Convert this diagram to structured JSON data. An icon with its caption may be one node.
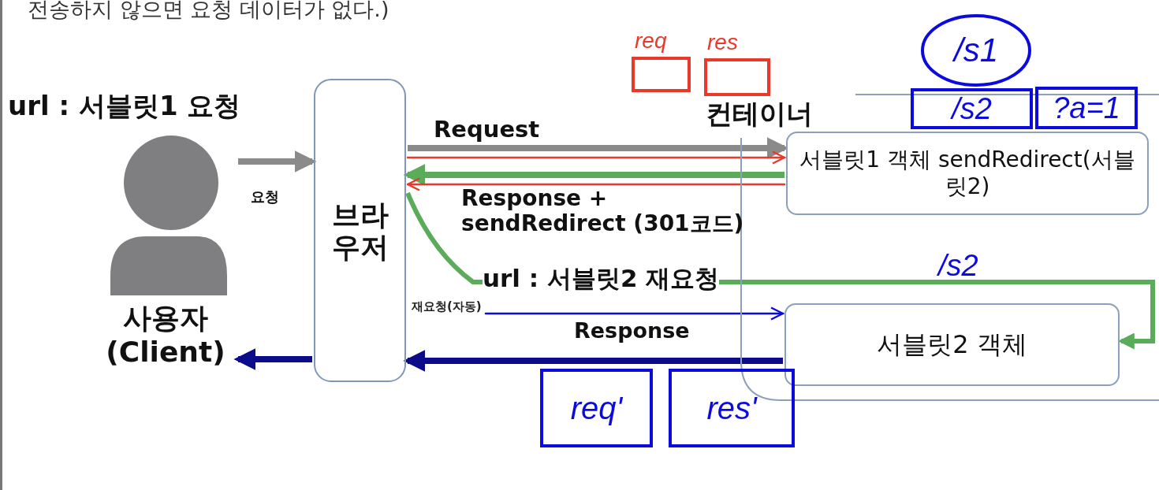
{
  "diagram": {
    "nodes": [
      {
        "text": [
          "사용자 (Client)"
        ]
      },
      {
        "text": [
          "브라우저"
        ]
      },
      {
        "text": [
          "컨테이너"
        ]
      },
      {
        "text": [
          "서블릿1 객체 sendRedirect(서블릿2)"
        ],
        "in": 2
      },
      {
        "text": [
          "서블릿2 객체"
        ],
        "in": 2
      },
      {
        "text": [
          "req"
        ]
      },
      {
        "text": [
          "res"
        ]
      },
      {
        "text": [
          "/s1"
        ]
      },
      {
        "text": [
          "/s2"
        ]
      },
      {
        "text": [
          "?a=1"
        ]
      },
      {
        "text": [
          "req'"
        ]
      },
      {
        "text": [
          "res'"
        ]
      },
      {
        "text": [
          "재요청(자동)"
        ]
      }
    ],
    "edges": [
      {
        "from": 0,
        "to": 1,
        "arrow": "to",
        "label": "요청"
      },
      {
        "from": 1,
        "to": 3,
        "arrow": "to",
        "label": "Request"
      },
      {
        "from": 3,
        "to": 1,
        "arrow": "to",
        "label": "Response + sendRedirect (301코드)",
        "color": "#5aac5a"
      },
      {
        "from": 1,
        "to": 4,
        "arrow": "to",
        "label": "url : 서블릿2 재요청",
        "color": "#5aac5a"
      },
      {
        "from": 4,
        "to": 1,
        "arrow": "to",
        "label": "Response",
        "color": "#0c0c8a"
      },
      {
        "from": 1,
        "to": 0,
        "arrow": "to",
        "color": "#0c0c8a"
      },
      {
        "from": 1,
        "to": 3,
        "arrow": "to",
        "color": "#e8392a"
      },
      {
        "from": 3,
        "to": 1,
        "arrow": "to",
        "color": "#e8392a"
      },
      {
        "from": 12,
        "to": 4,
        "arrow": "to",
        "color": "#0b0be0"
      }
    ],
    "labels": [
      "전송하지 않으면 요청 데이터가 없다.)",
      "url : 서블릿1 요청",
      "/s2"
    ]
  }
}
